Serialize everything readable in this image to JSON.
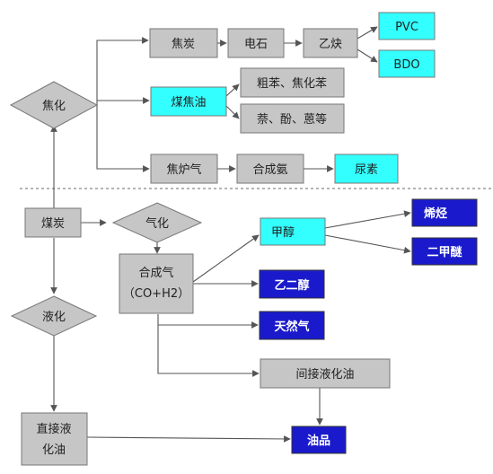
{
  "colors": {
    "gray_box": "#c6c6c6",
    "cyan_box": "#33ffff",
    "navy_box": "#1a1acc",
    "line": "#555555",
    "divider": "#888888"
  },
  "nodes": {
    "coking": "焦化",
    "coal": "煤炭",
    "gasification": "气化",
    "liquefaction": "液化",
    "coke": "焦炭",
    "calcium_carbide": "电石",
    "acetylene": "乙炔",
    "pvc": "PVC",
    "bdo": "BDO",
    "coal_tar": "煤焦油",
    "crude_benzene": "粗苯、焦化苯",
    "naphthalene": "萘、酚、蒽等",
    "coke_oven_gas": "焦炉气",
    "synthetic_ammonia": "合成氨",
    "urea": "尿素",
    "syngas_line1": "合成气",
    "syngas_line2": "（CO+H2）",
    "methanol": "甲醇",
    "olefins": "烯烃",
    "dme": "二甲醚",
    "ethylene_glycol": "乙二醇",
    "natural_gas": "天然气",
    "indirect_oil": "间接液化油",
    "direct_oil_line1": "直接液",
    "direct_oil_line2": "化油",
    "oil_products": "油品"
  }
}
